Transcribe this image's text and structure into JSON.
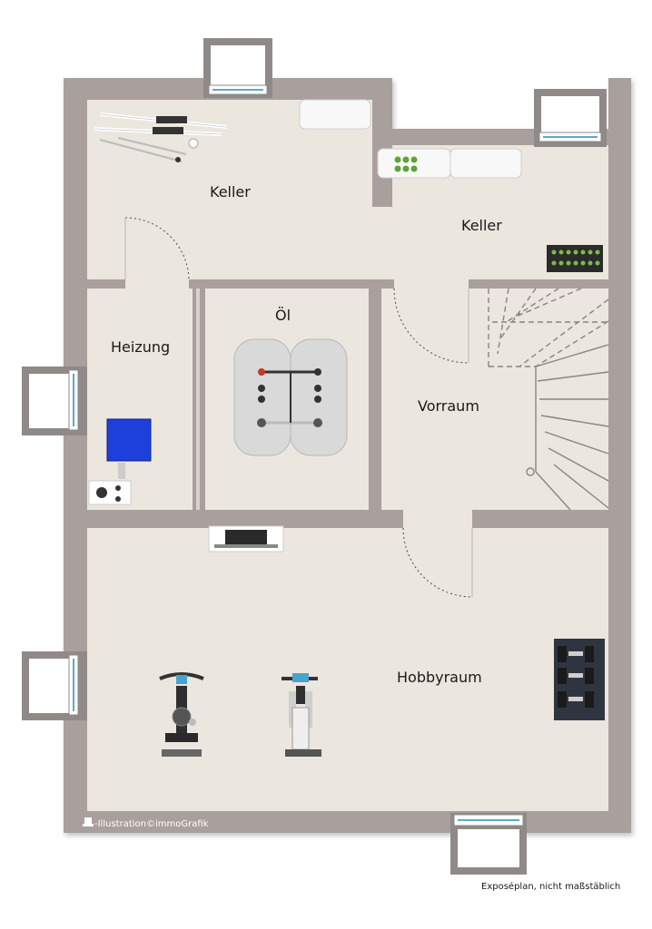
{
  "rooms": {
    "keller_west": "Keller",
    "keller_east": "Keller",
    "heizung": "Heizung",
    "oel": "Öl",
    "vorraum": "Vorraum",
    "hobbyraum": "Hobbyraum"
  },
  "credit": "-Illustration©immoGrafik",
  "note": "Exposéplan, nicht maßstäblich",
  "colors": {
    "wall": "#a99f9c",
    "floor": "#ebe6de",
    "window_frame": "#8f8a88",
    "window_glass": "#ffffff",
    "boiler": "#1d3fdc",
    "stairs": "#8a8480"
  },
  "icons": [
    "skis-icon",
    "radiator-icon",
    "bottle-crate-icon",
    "oil-tank-icon",
    "boiler-icon",
    "tv-icon",
    "exercise-bike-icon",
    "elliptical-trainer-icon",
    "weight-rack-icon",
    "staircase-icon"
  ]
}
